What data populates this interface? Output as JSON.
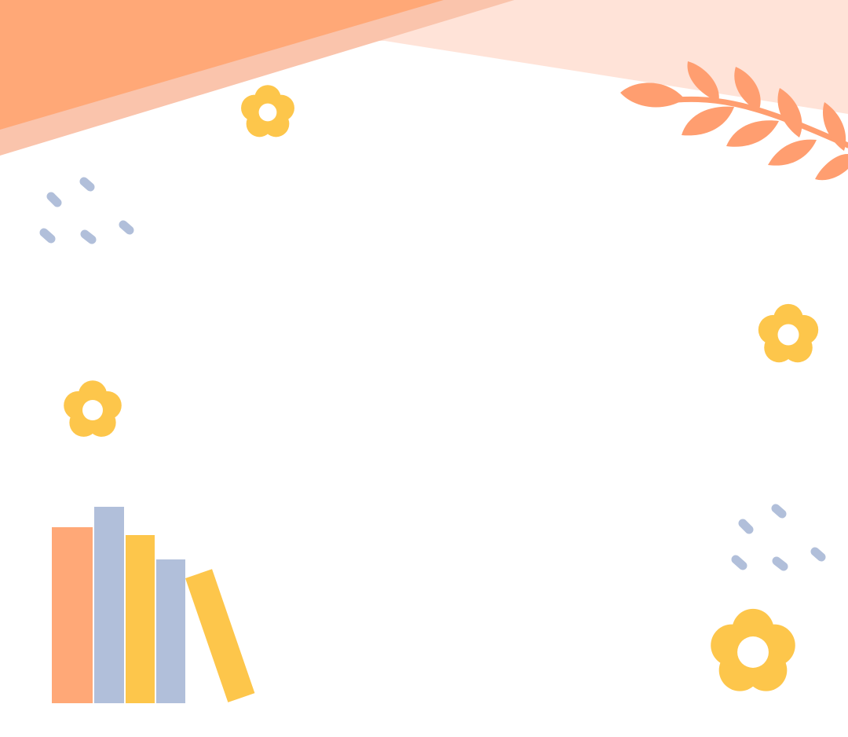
{
  "slide": {
    "text_content": [],
    "decorations": [
      "corner-band",
      "leaf-branch-icon",
      "flower-icon",
      "dash-cluster",
      "book-stack"
    ]
  },
  "colors": {
    "orange": "#FFA877",
    "peach": "#FAC4AC",
    "light_peach": "#FFE3D8",
    "leaf": "#FF9E70",
    "yellow": "#FDC64B",
    "slate_blue": "#B1BFDA",
    "background": "#FFFFFF"
  }
}
